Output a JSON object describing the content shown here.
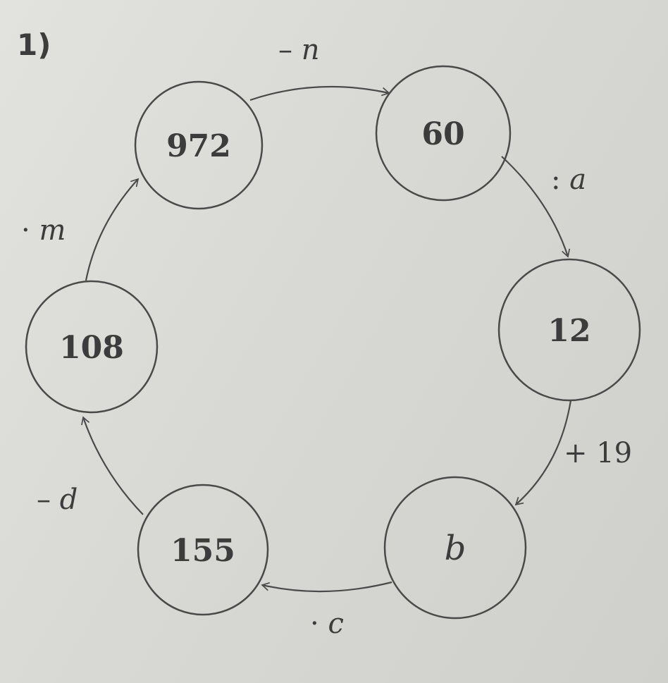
{
  "problem_number": "1)",
  "nodes": [
    {
      "id": "n972",
      "value": "972",
      "italic": false
    },
    {
      "id": "n60",
      "value": "60",
      "italic": false
    },
    {
      "id": "n12",
      "value": "12",
      "italic": false
    },
    {
      "id": "nb",
      "value": "b",
      "italic": true
    },
    {
      "id": "n155",
      "value": "155",
      "italic": false
    },
    {
      "id": "n108",
      "value": "108",
      "italic": false
    }
  ],
  "edges": [
    {
      "from": "972",
      "to": "60",
      "op": "– ",
      "var": "n"
    },
    {
      "from": "60",
      "to": "12",
      "op": ": ",
      "var": "a"
    },
    {
      "from": "12",
      "to": "b",
      "op": "+ 19",
      "var": ""
    },
    {
      "from": "b",
      "to": "155",
      "op": "· ",
      "var": "c"
    },
    {
      "from": "155",
      "to": "108",
      "op": "– ",
      "var": "d"
    },
    {
      "from": "108",
      "to": "972",
      "op": "· ",
      "var": "m"
    }
  ]
}
